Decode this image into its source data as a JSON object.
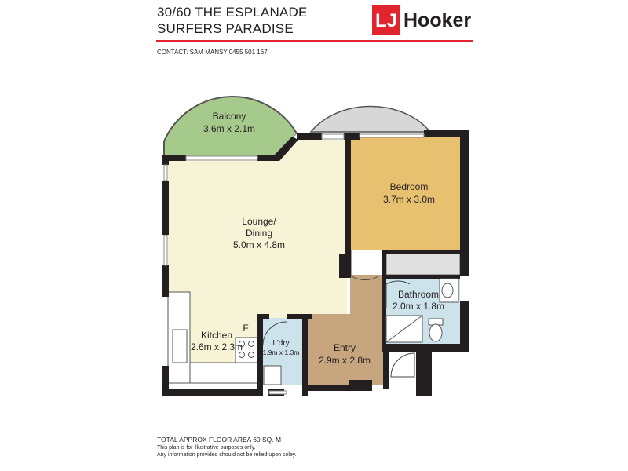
{
  "header": {
    "address_line1": "30/60 THE ESPLANADE",
    "address_line2": "SURFERS PARADISE",
    "contact": "CONTACT: SAM MANSY  0455 501 167"
  },
  "logo": {
    "mark": "LJ",
    "name": "Hooker",
    "colors": {
      "red": "#e1242e",
      "dark": "#231f20"
    }
  },
  "rooms": {
    "balcony": {
      "name": "Balcony",
      "size": "3.6m x 2.1m"
    },
    "lounge": {
      "name1": "Lounge/",
      "name2": "Dining",
      "size": "5.0m x 4.8m"
    },
    "bedroom": {
      "name": "Bedroom",
      "size": "3.7m x 3.0m"
    },
    "bathroom": {
      "name": "Bathroom",
      "size": "2.0m x 1.8m"
    },
    "kitchen": {
      "name": "Kitchen",
      "size": "2.6m x 2.3m",
      "fridge": "F"
    },
    "laundry": {
      "name": "L'dry",
      "size": "1.9m x 1.3m"
    },
    "entry": {
      "name": "Entry",
      "size": "2.9m x 2.8m"
    }
  },
  "colors": {
    "balcony": "#a6c98c",
    "lounge": "#f7f3d6",
    "bedroom": "#e8c170",
    "bathroom": "#cde3ec",
    "laundry": "#cde3ec",
    "entry": "#c7a57e",
    "wall": "#231f20",
    "outer_arc": "#d7d7d7"
  },
  "footer": {
    "area": "TOTAL APPROX FLOOR AREA 60 SQ. M",
    "disclaimer1": "This plan is for illustrative purposes only.",
    "disclaimer2": "Any information provided should not be relied upon soley."
  }
}
